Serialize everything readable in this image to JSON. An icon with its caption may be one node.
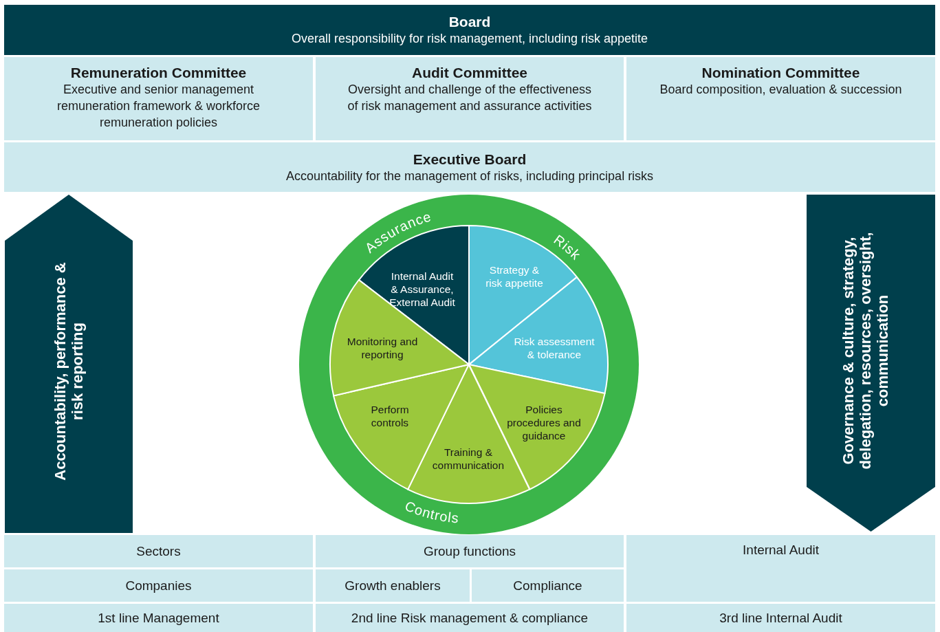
{
  "diagram": {
    "nodes": [
      {
        "text": [
          "Board",
          "Overall responsibility for risk management, including risk appetite"
        ]
      },
      {
        "text": [
          "Remuneration Committee",
          "Executive and senior management remuneration framework & workforce remuneration policies"
        ]
      },
      {
        "text": [
          "Audit Committee",
          "Oversight and challenge of the effectiveness of risk management and assurance activities"
        ]
      },
      {
        "text": [
          "Nomination Committee",
          "Board composition, evaluation & succession"
        ]
      },
      {
        "text": [
          "Executive Board",
          "Accountability for the management of risks, including principal risks"
        ]
      },
      {
        "text": [
          "Accountability, performance & risk reporting"
        ]
      },
      {
        "text": [
          "Assurance",
          "Risk",
          "Controls"
        ]
      },
      {
        "text": [
          "Internal Audit & Assurance, External Audit"
        ],
        "in": 6
      },
      {
        "text": [
          "Strategy & risk appetite"
        ],
        "in": 6
      },
      {
        "text": [
          "Risk assessment & tolerance"
        ],
        "in": 6
      },
      {
        "text": [
          "Policies procedures and guidance"
        ],
        "in": 6
      },
      {
        "text": [
          "Training & communication"
        ],
        "in": 6
      },
      {
        "text": [
          "Perform controls"
        ],
        "in": 6
      },
      {
        "text": [
          "Monitoring and reporting"
        ],
        "in": 6
      },
      {
        "text": [
          "Governance & culture, strategy, delegation, resources, oversight, communication"
        ]
      },
      {
        "text": [
          "Sectors"
        ]
      },
      {
        "text": [
          "Group functions"
        ]
      },
      {
        "text": [
          "Internal Audit"
        ]
      },
      {
        "text": [
          "Companies"
        ]
      },
      {
        "text": [
          "Growth enablers"
        ]
      },
      {
        "text": [
          "Compliance"
        ]
      },
      {
        "text": [
          "1st line Management"
        ]
      },
      {
        "text": [
          "2nd line Risk management & compliance"
        ]
      },
      {
        "text": [
          "3rd line Internal Audit"
        ]
      }
    ]
  }
}
